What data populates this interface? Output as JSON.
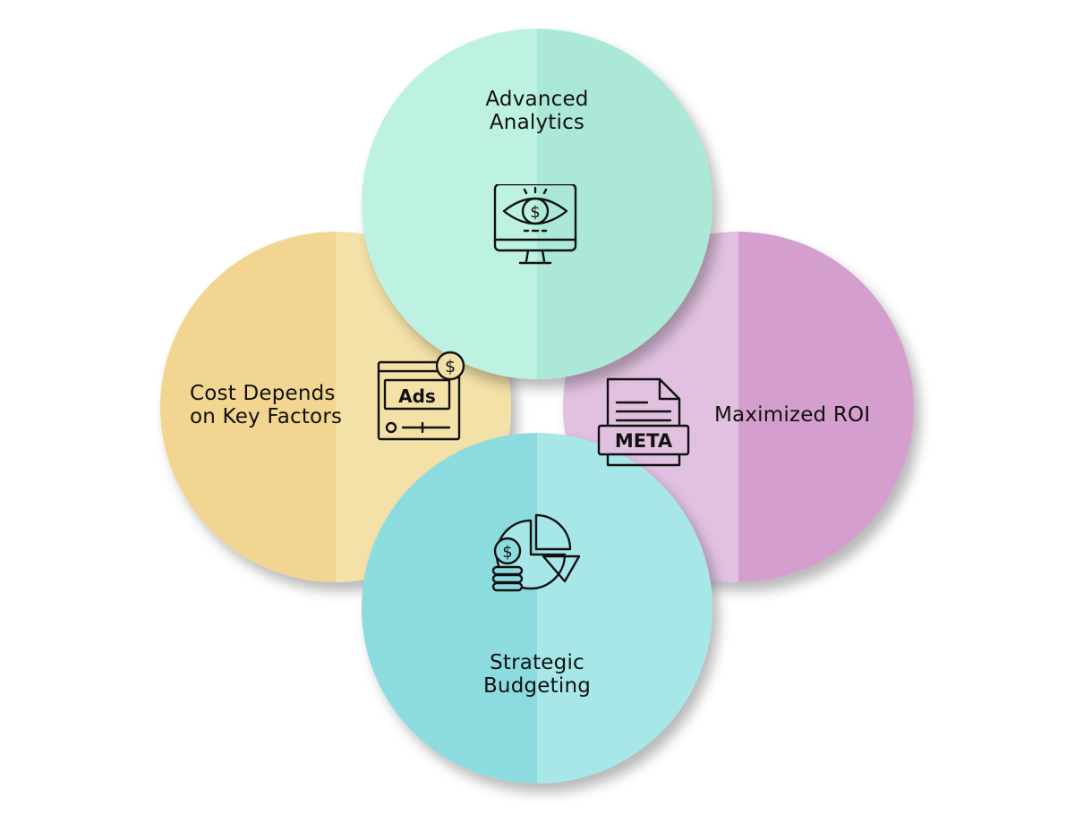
{
  "nodes": {
    "analytics": {
      "title_line1": "Advanced",
      "title_line2": "Analytics",
      "icon": "monitor-eye-dollar-icon",
      "colors": {
        "left": "#bdf1e2",
        "right": "#ace8d8"
      }
    },
    "cost": {
      "title_line1": "Cost Depends",
      "title_line2": "on Key Factors",
      "icon": "ads-dollar-icon",
      "icon_text": "Ads",
      "colors": {
        "left": "#f2d590",
        "right": "#f3e1a8"
      }
    },
    "roi": {
      "title": "Maximized ROI",
      "icon": "meta-document-icon",
      "icon_text": "META",
      "colors": {
        "left": "#e1c1df",
        "right": "#d49fce"
      }
    },
    "budget": {
      "title_line1": "Strategic",
      "title_line2": "Budgeting",
      "icon": "coins-pie-chart-icon",
      "colors": {
        "left": "#8cdcdf",
        "right": "#a8e7e8"
      }
    }
  },
  "outline_color": "#111111"
}
